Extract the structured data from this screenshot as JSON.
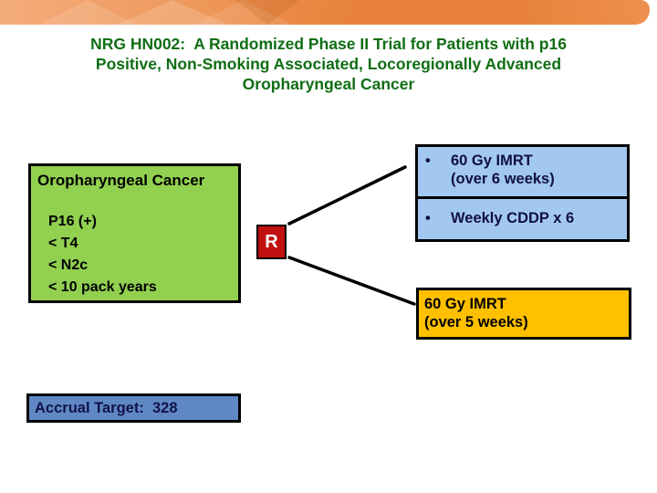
{
  "title": {
    "lines": [
      "NRG HN002:  A Randomized Phase II Trial for Patients with p16",
      "Positive, Non-Smoking Associated, Locoregionally Advanced",
      "Oropharyngeal Cancer"
    ]
  },
  "eligibility": {
    "header": "Oropharyngeal Cancer",
    "items": [
      "P16 (+)",
      "< T4",
      "< N2c",
      "< 10 pack years"
    ]
  },
  "randomization": {
    "label": "R"
  },
  "arm1": {
    "bullet": "•",
    "line1": "60 Gy IMRT",
    "line2": "(over 6 weeks)"
  },
  "arm1b": {
    "bullet": "•",
    "text": "Weekly CDDP x 6"
  },
  "arm2": {
    "line1": "60 Gy IMRT",
    "line2": "(over 5 weeks)"
  },
  "accrual": {
    "text": "Accrual Target:  328"
  },
  "colors": {
    "title_green": "#0f6e14",
    "banner_orange": "#e8823a",
    "eligibility_fill": "#92d050",
    "arm_blue_fill": "#a2c8f2",
    "arm_gold_fill": "#ffc000",
    "accrual_fill": "#5f88c5",
    "randomization_red": "#c01010",
    "arm_text_navy": "#11113e"
  }
}
